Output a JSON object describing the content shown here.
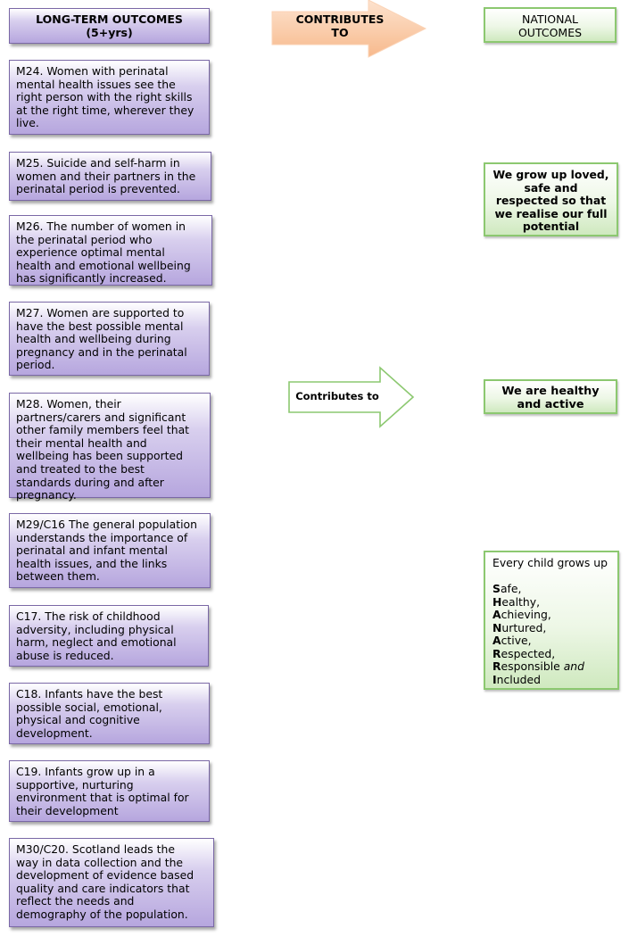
{
  "headers": {
    "long_term_line1": "LONG-TERM OUTCOMES",
    "long_term_line2": "(5+yrs)",
    "contributes_line1": "CONTRIBUTES",
    "contributes_line2": "TO",
    "national_line1": "NATIONAL",
    "national_line2": "OUTCOMES"
  },
  "outcomes": [
    {
      "lines": [
        "M24. Women with perinatal",
        "mental health issues see the",
        "right person with the right skills",
        "at the right time, wherever they",
        "live."
      ]
    },
    {
      "lines": [
        "M25. Suicide and self-harm in",
        "women and their partners in the",
        "perinatal period is prevented."
      ]
    },
    {
      "lines": [
        "M26. The number of women in",
        "the perinatal period who",
        "experience optimal mental",
        "health and emotional wellbeing",
        "has significantly increased."
      ]
    },
    {
      "lines": [
        "M27. Women are supported to",
        "have the best possible mental",
        "health and wellbeing during",
        "pregnancy and in the perinatal",
        "period."
      ]
    },
    {
      "lines": [
        "M28. Women, their",
        "partners/carers and significant",
        "other family members feel that",
        "their mental health and",
        "wellbeing has been supported",
        "and treated to the best",
        "standards during and after",
        "pregnancy."
      ]
    },
    {
      "lines": [
        "M29/C16 The general population",
        "understands the importance of",
        "perinatal and infant mental",
        "health issues,  and the links",
        "between them."
      ]
    },
    {
      "lines": [
        "C17. The risk of childhood",
        "adversity, including physical",
        "harm, neglect and emotional",
        "abuse is reduced."
      ]
    },
    {
      "lines": [
        "C18. Infants have the best",
        "possible social, emotional,",
        "physical  and cognitive",
        "development."
      ]
    },
    {
      "lines": [
        "C19. Infants grow up in a",
        "supportive, nurturing",
        "environment that is optimal for",
        "their development"
      ]
    },
    {
      "lines": [
        "M30/C20. Scotland leads the",
        "way in data collection and the",
        "development of evidence based",
        "quality and care indicators that",
        "reflect the needs and",
        "demography of the population."
      ]
    }
  ],
  "contributes_arrow_label": "Contributes to",
  "national_outcomes": {
    "loved": [
      "We grow up loved,",
      "safe and",
      "respected so that",
      "we realise our full",
      "potential"
    ],
    "healthy": [
      "We are healthy",
      "and active"
    ],
    "every_child": {
      "intro": "Every child grows up",
      "items": [
        {
          "initial": "S",
          "rest": "afe,"
        },
        {
          "initial": "H",
          "rest": "ealthy,"
        },
        {
          "initial": "A",
          "rest": "chieving,"
        },
        {
          "initial": "N",
          "rest": "urtured,"
        },
        {
          "initial": "A",
          "rest": "ctive,"
        },
        {
          "initial": "R",
          "rest": "espected,"
        },
        {
          "initial": "R",
          "rest": "esponsible ",
          "tail": "and"
        },
        {
          "initial": "I",
          "rest": "ncluded"
        }
      ]
    }
  },
  "colors": {
    "purple_border": "#7a68a6",
    "purple_fill": "#b6a6de",
    "green_border": "#8cc870",
    "green_fill": "#cfe9bf",
    "peach_arrow": "#f9c7a1"
  }
}
